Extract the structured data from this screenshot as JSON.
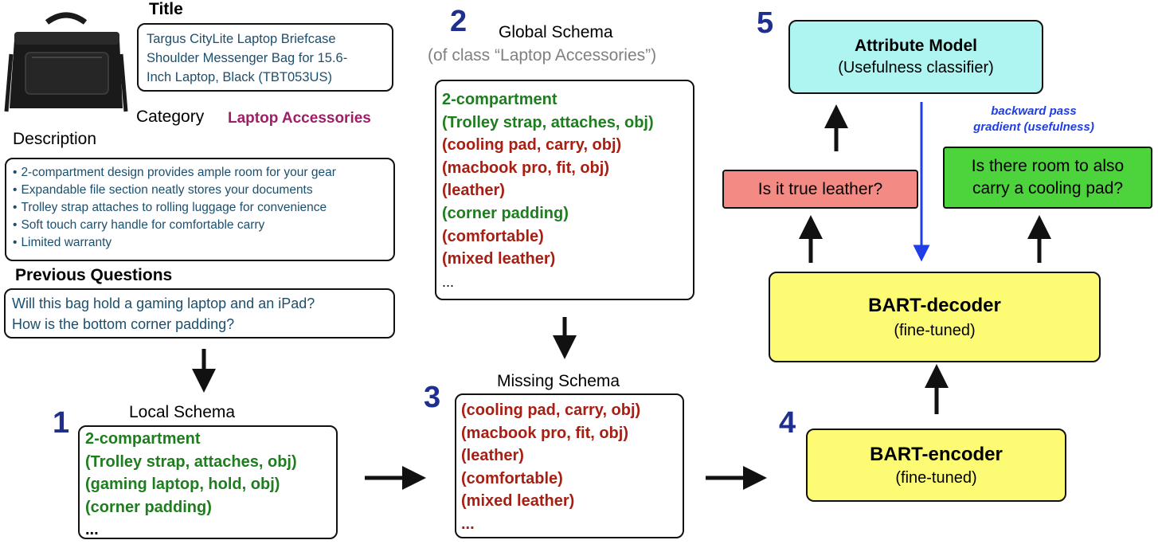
{
  "product": {
    "image_icon": "briefcase-icon",
    "title_heading": "Title",
    "title": "Targus CityLite Laptop Briefcase Shoulder Messenger Bag for 15.6-Inch Laptop, Black (TBT053US)",
    "title_lines": [
      "Targus CityLite Laptop Briefcase",
      "Shoulder Messenger Bag for 15.6-",
      "Inch Laptop, Black (TBT053US)"
    ],
    "category_heading": "Category",
    "category": "Laptop Accessories",
    "description_heading": "Description",
    "description": [
      "2-compartment design provides ample room for your gear",
      "Expandable file section neatly stores your documents",
      "Trolley strap attaches to rolling luggage for convenience",
      "Soft touch carry handle for comfortable carry",
      "Limited warranty"
    ],
    "prev_questions_heading": "Previous Questions",
    "prev_questions": [
      "Will this bag hold a gaming laptop and an iPad?",
      "How is the bottom corner padding?"
    ]
  },
  "steps": {
    "local": {
      "number": "1",
      "heading": "Local Schema",
      "items": [
        {
          "text": "2-compartment",
          "status": "green"
        },
        {
          "text": "(Trolley strap, attaches, obj)",
          "status": "green"
        },
        {
          "text": "(gaming laptop, hold, obj)",
          "status": "green"
        },
        {
          "text": "(corner padding)",
          "status": "green"
        },
        {
          "text": "...",
          "status": "black"
        }
      ]
    },
    "global": {
      "number": "2",
      "heading": "Global Schema",
      "subheading": "(of class “Laptop Accessories”)",
      "items": [
        {
          "text": "2-compartment",
          "status": "green"
        },
        {
          "text": "(Trolley strap, attaches, obj)",
          "status": "green"
        },
        {
          "text": "(cooling pad, carry, obj)",
          "status": "red"
        },
        {
          "text": "(macbook pro, fit, obj)",
          "status": "red"
        },
        {
          "text": "(leather)",
          "status": "red"
        },
        {
          "text": "(corner padding)",
          "status": "green"
        },
        {
          "text": "(comfortable)",
          "status": "red"
        },
        {
          "text": "(mixed leather)",
          "status": "red"
        },
        {
          "text": "...",
          "status": "black"
        }
      ]
    },
    "missing": {
      "number": "3",
      "heading": "Missing Schema",
      "items": [
        {
          "text": "(cooling pad, carry, obj)",
          "status": "red"
        },
        {
          "text": "(macbook pro, fit, obj)",
          "status": "red"
        },
        {
          "text": "(leather)",
          "status": "red"
        },
        {
          "text": "(comfortable)",
          "status": "red"
        },
        {
          "text": "(mixed leather)",
          "status": "red"
        },
        {
          "text": "...",
          "status": "red"
        }
      ]
    },
    "encoder": {
      "number": "4",
      "title": "BART-encoder",
      "subtitle": "(fine-tuned)"
    },
    "decoder": {
      "title": "BART-decoder",
      "subtitle": "(fine-tuned)"
    },
    "attribute": {
      "number": "5",
      "title": "Attribute Model",
      "subtitle": "(Usefulness classifier)"
    }
  },
  "outputs": {
    "question_red": "Is it true leather?",
    "question_green_lines": [
      "Is there room to also",
      "carry a cooling pad?"
    ]
  },
  "annotations": {
    "backward_pass_lines": [
      "backward pass",
      "gradient (usefulness)"
    ]
  },
  "colors": {
    "green_text": "#1e7d1e",
    "red_text": "#a81e12",
    "number": "#1f2f8f",
    "description_text": "#1b4f6e",
    "category_text": "#9c1f67",
    "subheading_gray": "#808080",
    "attribute_box": "#aef4f1",
    "bart_box": "#fdfb73",
    "question_red_box": "#f38b84",
    "question_green_box": "#4dd43c",
    "gradient_arrow": "#1f3ee6"
  }
}
